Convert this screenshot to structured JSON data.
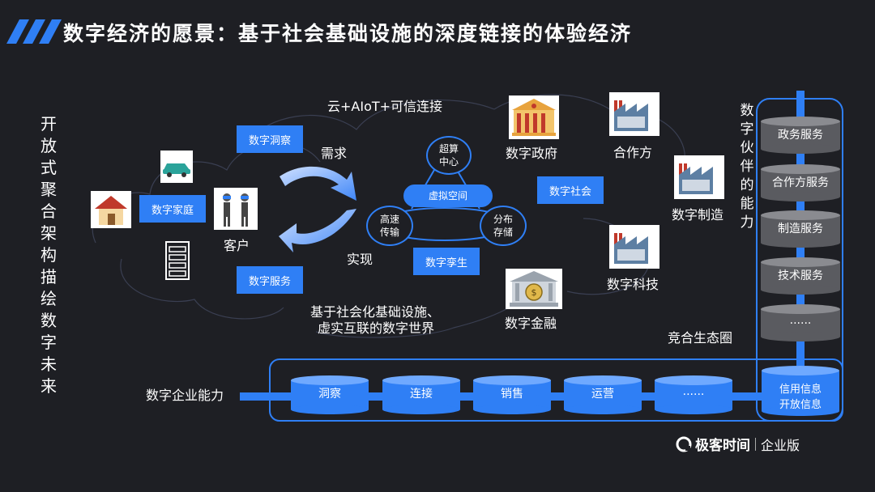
{
  "title": "数字经济的愿景：基于社会基础设施的深度链接的体验经济",
  "left_vertical": "开放式聚合架构描绘数字未来",
  "right_vertical": "数字伙伴的能力",
  "labels": {
    "cloud": "云+AIoT+可信连接",
    "demand": "需求",
    "realize": "实现",
    "customer": "客户",
    "gov": "数字政府",
    "partner": "合作方",
    "manufacture": "数字制造",
    "tech": "数字科技",
    "finance": "数字金融",
    "bottom_line1": "基于社会化基础设施、",
    "bottom_line2": "虚实互联的数字世界",
    "ecosystem": "竞合生态圈",
    "enterprise": "数字企业能力"
  },
  "boxes": {
    "insight": "数字洞察",
    "home": "数字家庭",
    "service": "数字服务",
    "society": "数字社会",
    "twin": "数字孪生"
  },
  "nodes": {
    "supercompute": [
      "超算",
      "中心"
    ],
    "virtual": "虚拟空间",
    "transfer": [
      "高速",
      "传输"
    ],
    "storage": [
      "分布",
      "存储"
    ]
  },
  "partner_services": [
    "政务服务",
    "合作方服务",
    "制造服务",
    "技术服务",
    "......"
  ],
  "enterprise_caps": [
    "洞察",
    "连接",
    "销售",
    "运营",
    "......"
  ],
  "credit_info": [
    "信用信息",
    "开放信息"
  ],
  "footer": {
    "brand": "极客时间",
    "edition": "企业版"
  },
  "colors": {
    "background": "#1e1f24",
    "accent": "#2f7ff5",
    "gray_cylinder": "#5a5b60"
  }
}
